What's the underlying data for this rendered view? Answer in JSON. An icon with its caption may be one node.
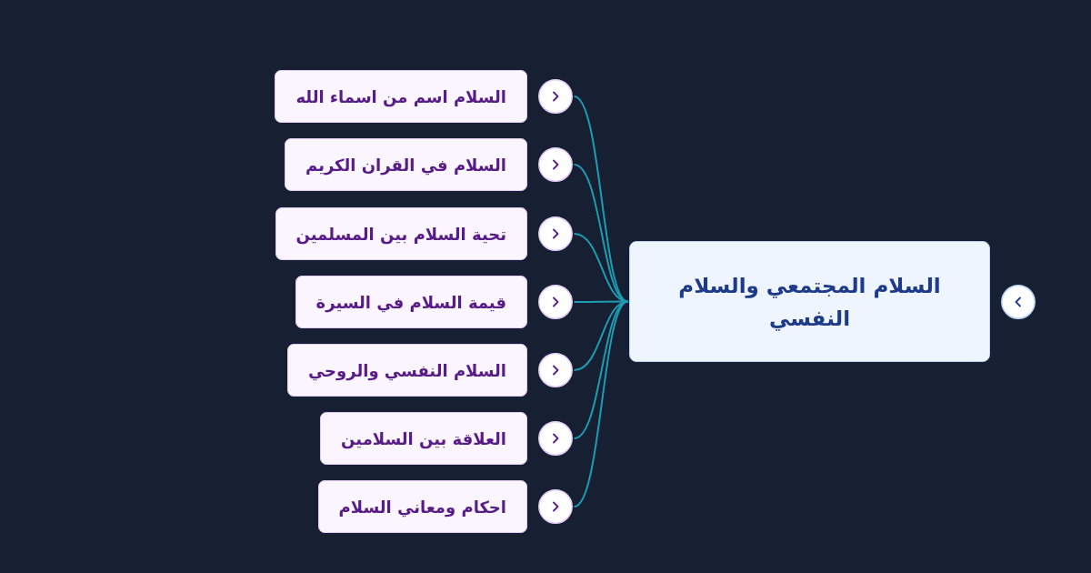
{
  "diagram": {
    "nodes": [
      {
        "text": [
          "السلام المجتمعي والسلام النفسي"
        ]
      },
      {
        "text": [
          "السلام اسم من اسماء الله"
        ]
      },
      {
        "text": [
          "السلام في القران الكريم"
        ]
      },
      {
        "text": [
          "تحية السلام بين المسلمين"
        ]
      },
      {
        "text": [
          "قيمة السلام في السيرة"
        ]
      },
      {
        "text": [
          "السلام النفسي والروحي"
        ]
      },
      {
        "text": [
          "العلاقة بين السلامين"
        ]
      },
      {
        "text": [
          "احكام ومعاني السلام"
        ]
      }
    ],
    "edges": [
      {
        "from": 0,
        "to": 1,
        "arrow": "none"
      },
      {
        "from": 0,
        "to": 2,
        "arrow": "none"
      },
      {
        "from": 0,
        "to": 3,
        "arrow": "none"
      },
      {
        "from": 0,
        "to": 4,
        "arrow": "none"
      },
      {
        "from": 0,
        "to": 5,
        "arrow": "none"
      },
      {
        "from": 0,
        "to": 6,
        "arrow": "none"
      },
      {
        "from": 0,
        "to": 7,
        "arrow": "none"
      }
    ]
  }
}
